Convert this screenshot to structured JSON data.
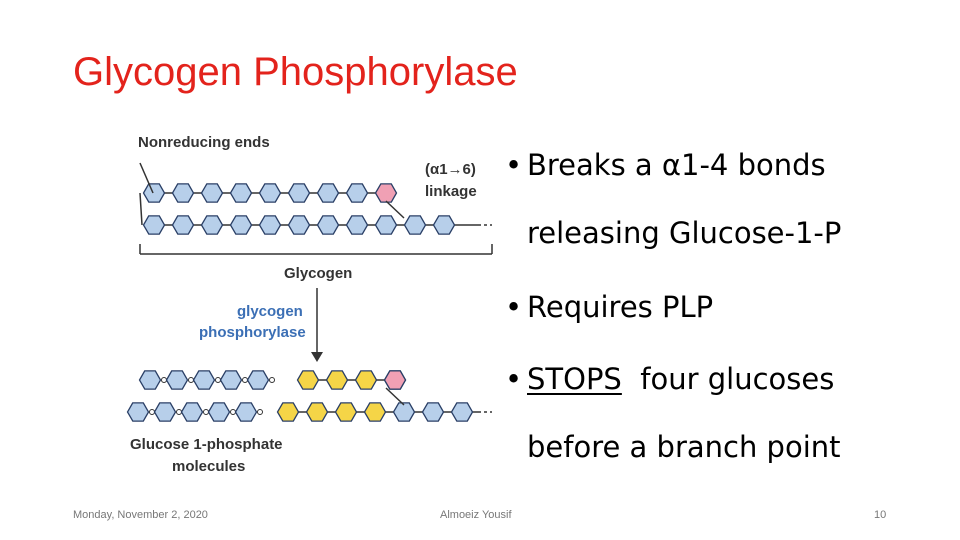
{
  "slide": {
    "title": "Glycogen Phosphorylase",
    "figure": {
      "label_top": "Nonreducing ends",
      "linkage_line1": "(α1→6)",
      "linkage_line2": "linkage",
      "label_glycogen": "Glycogen",
      "enzyme_line1": "glycogen",
      "enzyme_line2": "phosphorylase",
      "product_line1": "Glucose 1-phosphate",
      "product_line2": "molecules",
      "colors": {
        "hexagon": "#b7cfea",
        "hexagon_stroke": "#2a3f66",
        "phosphorylated": "#f5d547",
        "branch": "#f0a0b4",
        "enzyme_text": "#3b6fb5"
      }
    },
    "bullets": [
      {
        "bullet": "•",
        "lines": [
          "Breaks  a α1-4 bonds",
          "releasing Glucose-1-P"
        ]
      },
      {
        "bullet": "•",
        "lines": [
          "Requires PLP"
        ]
      },
      {
        "bullet": "•",
        "underlined": "STOPS",
        "rest": "  four glucoses",
        "lines": [
          "before a branch point"
        ]
      }
    ],
    "footer": {
      "date": "Monday, November 2, 2020",
      "author": "Almoeiz Yousif",
      "page": "10"
    }
  }
}
